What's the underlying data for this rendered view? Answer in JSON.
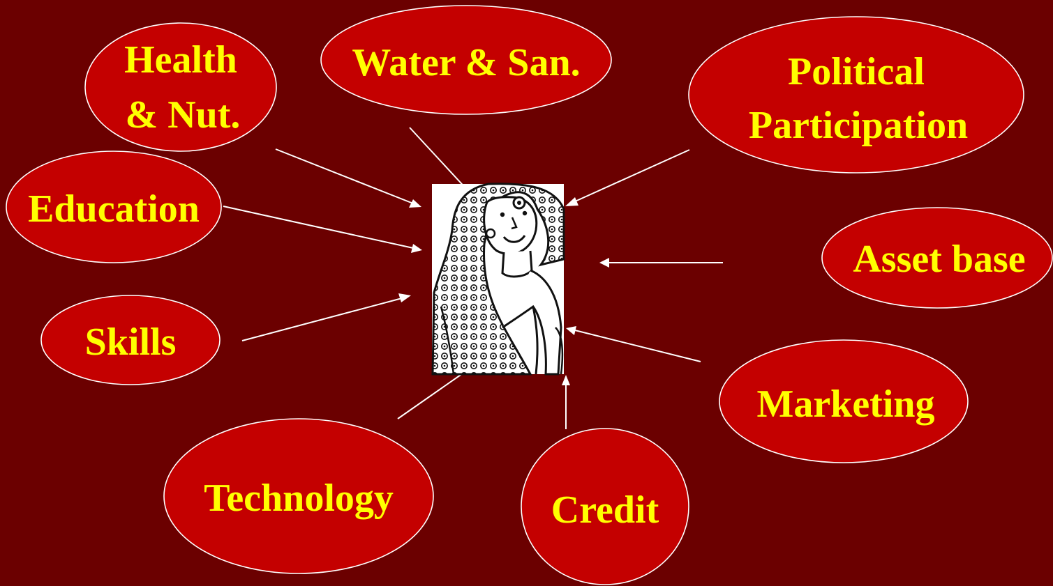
{
  "slide": {
    "background_color": "#6b0000",
    "node_fill_color": "#c40000",
    "label_color": "#ffff00",
    "arrow_color": "#ffffff",
    "center": {
      "image_name": "woman-in-sari-drawing",
      "description_visible": ""
    },
    "nodes": {
      "health": {
        "lines": [
          "Health",
          "& Nut."
        ]
      },
      "water": {
        "lines": [
          "Water & San."
        ]
      },
      "political": {
        "lines": [
          "Political",
          "Participation"
        ]
      },
      "education": {
        "lines": [
          "Education"
        ]
      },
      "asset": {
        "lines": [
          "Asset base"
        ]
      },
      "skills": {
        "lines": [
          "Skills"
        ]
      },
      "marketing": {
        "lines": [
          "Marketing"
        ]
      },
      "technology": {
        "lines": [
          "Technology"
        ]
      },
      "credit": {
        "lines": [
          "Credit"
        ]
      }
    }
  }
}
